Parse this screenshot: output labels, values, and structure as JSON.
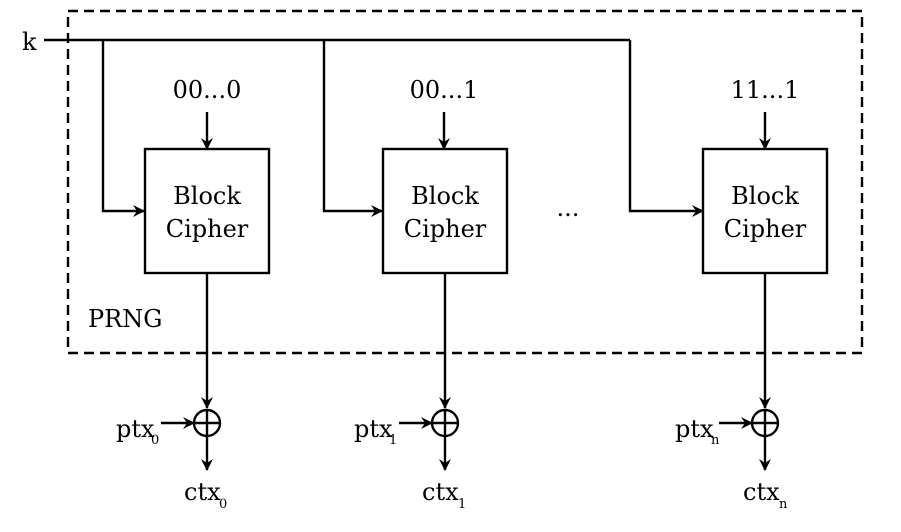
{
  "diagram": {
    "key_label": "k",
    "container_label": "PRNG",
    "ellipsis": "...",
    "blocks": [
      {
        "counter": "00...0",
        "line1": "Block",
        "line2": "Cipher",
        "ptx": "ptx",
        "ptx_sub": "0",
        "ctx": "ctx",
        "ctx_sub": "0"
      },
      {
        "counter": "00...1",
        "line1": "Block",
        "line2": "Cipher",
        "ptx": "ptx",
        "ptx_sub": "1",
        "ctx": "ctx",
        "ctx_sub": "1"
      },
      {
        "counter": "11...1",
        "line1": "Block",
        "line2": "Cipher",
        "ptx": "ptx",
        "ptx_sub": "n",
        "ctx": "ctx",
        "ctx_sub": "n"
      }
    ]
  }
}
